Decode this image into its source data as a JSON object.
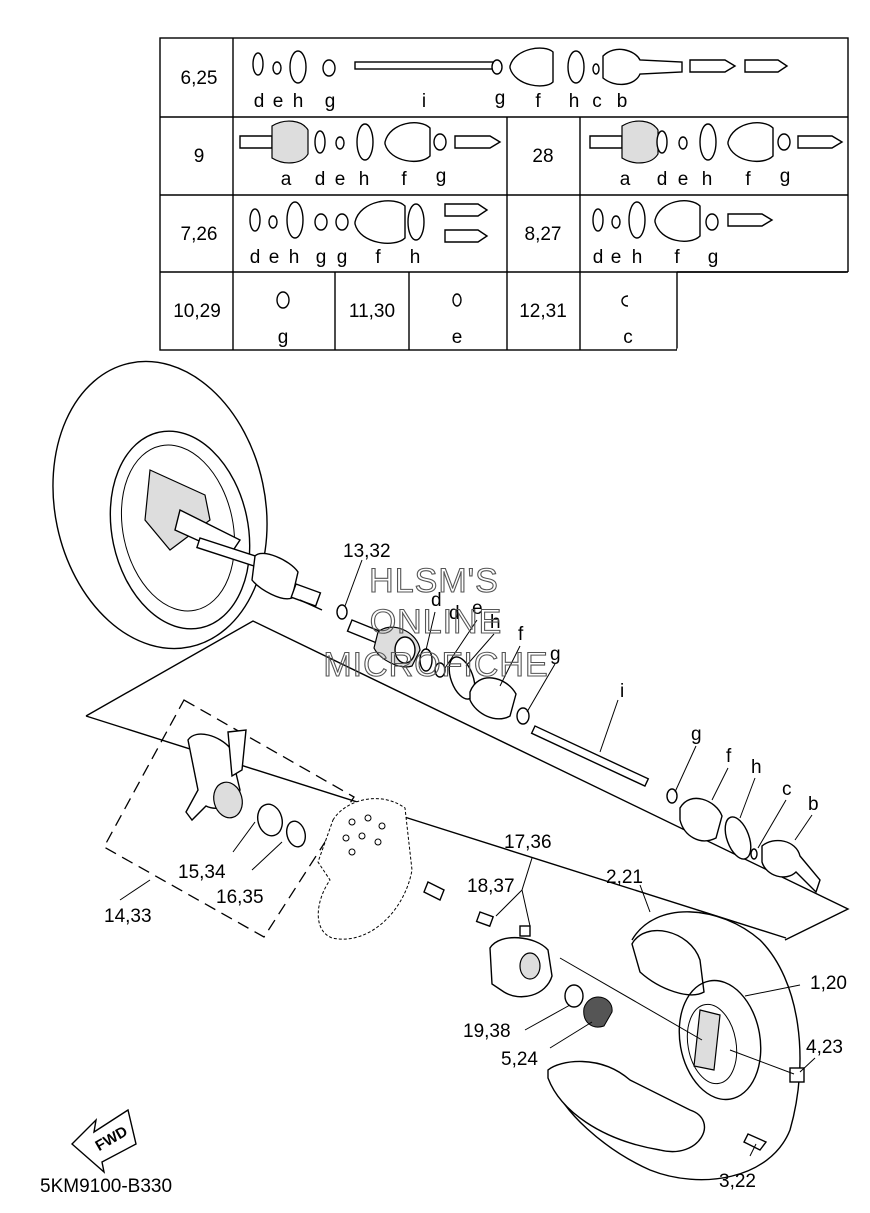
{
  "kit_table": {
    "rows": [
      {
        "cells": [
          {
            "ref": "6,25",
            "letters": [
              "d",
              "e",
              "h",
              "g",
              "i",
              "g",
              "f",
              "h",
              "c",
              "b"
            ]
          }
        ]
      },
      {
        "cells": [
          {
            "ref": "9",
            "letters": [
              "a",
              "d",
              "e",
              "h",
              "f",
              "g"
            ]
          },
          {
            "ref": "28",
            "letters": [
              "a",
              "d",
              "e",
              "h",
              "f",
              "g"
            ]
          }
        ]
      },
      {
        "cells": [
          {
            "ref": "7,26",
            "letters": [
              "d",
              "e",
              "h",
              "g",
              "g",
              "f",
              "h"
            ]
          },
          {
            "ref": "8,27",
            "letters": [
              "d",
              "e",
              "h",
              "f",
              "g"
            ]
          }
        ]
      },
      {
        "cells": [
          {
            "ref": "10,29",
            "letters": [
              "g"
            ]
          },
          {
            "ref": "11,30",
            "letters": [
              "e"
            ]
          },
          {
            "ref": "12,31",
            "letters": [
              "c"
            ]
          }
        ]
      }
    ]
  },
  "callouts": {
    "c13_32": "13,32",
    "c14_33": "14,33",
    "c15_34": "15,34",
    "c16_35": "16,35",
    "c17_36": "17,36",
    "c18_37": "18,37",
    "c2_21": "2,21",
    "c1_20": "1,20",
    "c19_38": "19,38",
    "c5_24": "5,24",
    "c4_23": "4,23",
    "c3_22": "3,22"
  },
  "shaft_letters": {
    "d": "d",
    "e": "e",
    "h1": "h",
    "f1": "f",
    "g1": "g",
    "i": "i",
    "g2": "g",
    "f2": "f",
    "h2": "h",
    "c": "c",
    "b": "b"
  },
  "watermark": {
    "line1": "HLSM'S",
    "line2": "ONLINE",
    "line3": "MICROFICHE"
  },
  "fwd_label": "FWD",
  "diagram_code": "5KM9100-B330"
}
